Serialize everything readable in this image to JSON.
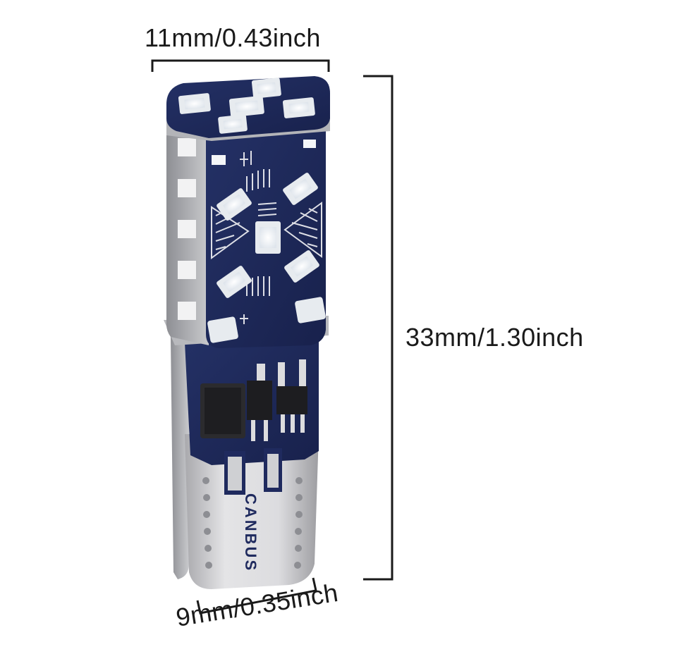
{
  "dimensions": {
    "top_width": "11mm/0.43inch",
    "height": "33mm/1.30inch",
    "base_width": "9mm/0.35inch"
  },
  "product": {
    "base_marking": "CANBUS"
  },
  "colors": {
    "pcb_blue": "#1f2a5e",
    "led_white": "#f4f6f8",
    "base_gray": "#d7d7d9",
    "dimension_line": "#1a1a1a"
  }
}
